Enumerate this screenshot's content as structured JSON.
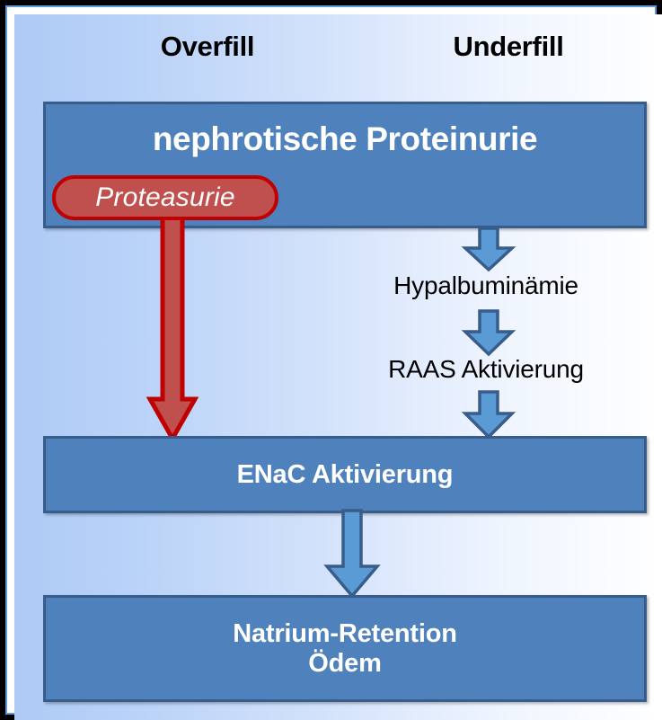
{
  "diagram": {
    "title_columns": [
      {
        "id": "overfill",
        "label": "Overfill"
      },
      {
        "id": "underfill",
        "label": "Underfill"
      }
    ],
    "boxes": [
      {
        "id": "proteinurie",
        "label": "nephrotische Proteinurie"
      },
      {
        "id": "enac",
        "label": "ENaC Aktivierung"
      },
      {
        "id": "natrium",
        "line1": "Natrium-Retention",
        "line2": "Ödem"
      }
    ],
    "labels": [
      {
        "id": "hypalbuminaemie",
        "label": "Hypalbuminämie"
      },
      {
        "id": "raas",
        "label": "RAAS Aktivierung"
      }
    ],
    "pill": {
      "id": "proteasurie",
      "label": "Proteasurie"
    },
    "arrows": [
      {
        "id": "proteinurie-to-hypalbuminaemie",
        "color": "#5b9bd5",
        "from": "nephrotische Proteinurie",
        "to": "Hypalbuminämie"
      },
      {
        "id": "hypalbuminaemie-to-raas",
        "color": "#5b9bd5",
        "from": "Hypalbuminämie",
        "to": "RAAS Aktivierung"
      },
      {
        "id": "raas-to-enac",
        "color": "#5b9bd5",
        "from": "RAAS Aktivierung",
        "to": "ENaC Aktivierung"
      },
      {
        "id": "enac-to-natrium",
        "color": "#5b9bd5",
        "from": "ENaC Aktivierung",
        "to": "Natrium-Retention Ödem"
      },
      {
        "id": "proteasurie-to-enac",
        "color": "#c0504d",
        "from": "Proteasurie",
        "to": "ENaC Aktivierung"
      }
    ],
    "colors": {
      "box_fill": "#4f81bd",
      "box_border": "#385d8a",
      "arrow_blue_fill": "#5b9bd5",
      "arrow_blue_border": "#385d8a",
      "arrow_red_fill": "#c0504d",
      "arrow_red_border": "#c00000",
      "pill_fill": "#c0504d",
      "pill_border": "#c00000",
      "background_left": "#aecbf6",
      "background_right": "#ffffff",
      "frame": "#000000",
      "text_on_box": "#ffffff",
      "text_plain": "#000000"
    }
  }
}
